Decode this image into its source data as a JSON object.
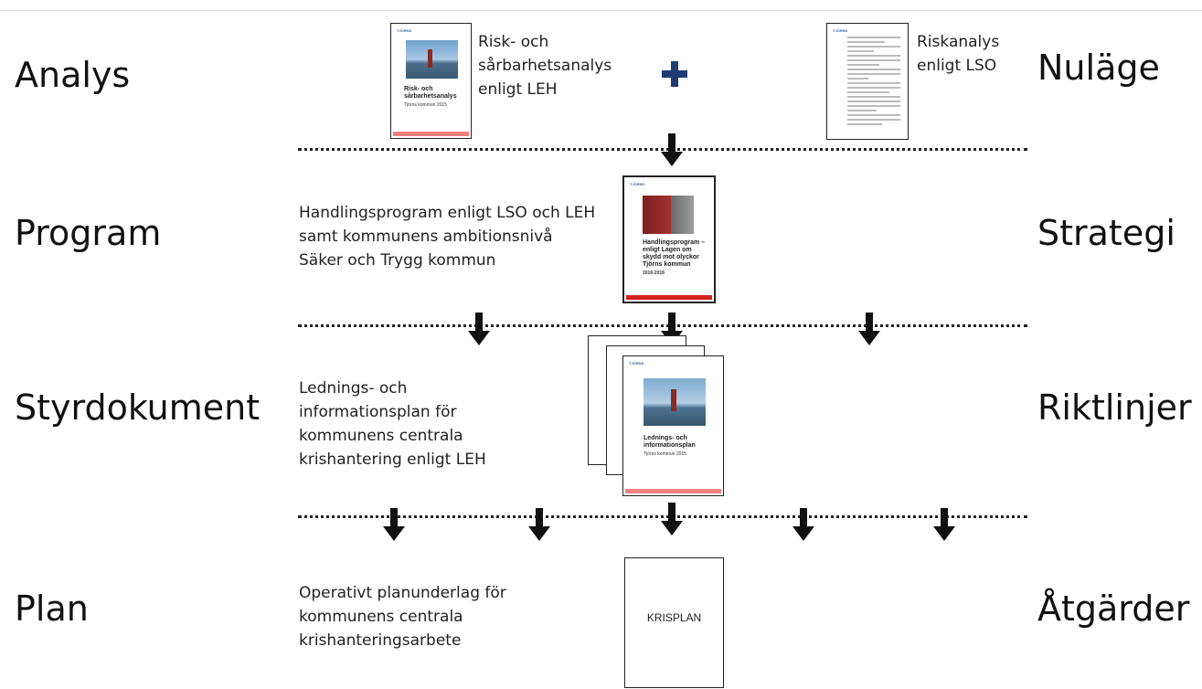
{
  "levels": {
    "analys": "Analys",
    "program": "Program",
    "styrdokument": "Styrdokument",
    "plan": "Plan"
  },
  "phases": {
    "nulage": "Nuläge",
    "strategi": "Strategi",
    "riktlinjer": "Riktlinjer",
    "atgarder": "Åtgärder"
  },
  "analysis": {
    "risk_doc_caption": [
      "Risk- och",
      "sårbarhetsanalys",
      "enligt LEH"
    ],
    "lso_doc_caption": [
      "Riskanalys",
      "enligt LSO"
    ]
  },
  "program_text": [
    "Handlingsprogram enligt LSO och LEH",
    "samt kommunens ambitionsnivå",
    "Säker och Trygg kommun"
  ],
  "styrdokument_text": [
    "Lednings- och",
    "informationsplan för",
    "kommunens centrala",
    "krishantering enligt LEH"
  ],
  "plan_text": [
    "Operativt planunderlag för",
    "kommunens centrala",
    "krishanteringsarbete"
  ],
  "documents": {
    "logo": "TJÖRNS",
    "risk": {
      "title": "Risk- och\nsårbarhetsanalys",
      "subtitle": "Tjörns kommun 2015"
    },
    "handlingsprogram": {
      "title": "Handlingsprogram –\nenligt Lagen om\nskydd mot olyckor\nTjörns kommun",
      "subtitle": "2016-2018"
    },
    "lednings": {
      "title": "Lednings- och\ninformationsplan",
      "subtitle": "Tjörns kommun 2015"
    },
    "krisplan": "KRISPLAN"
  },
  "colors": {
    "plus": "#1f3c72",
    "doc_bar": "#f08080"
  }
}
